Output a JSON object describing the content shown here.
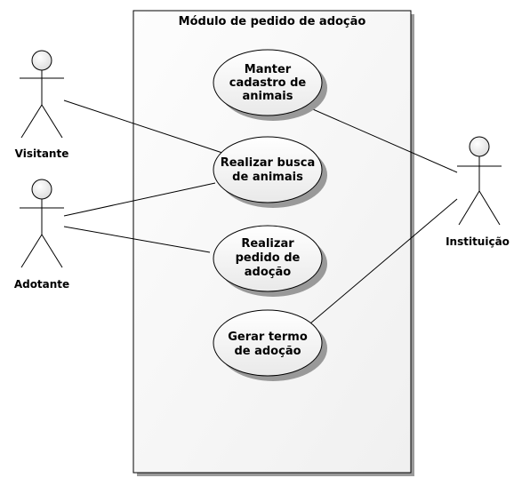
{
  "system": {
    "title": "Módulo de pedido de adoção"
  },
  "actors": {
    "visitante": {
      "label": "Visitante"
    },
    "adotante": {
      "label": "Adotante"
    },
    "instituicao": {
      "label": "Instituição"
    }
  },
  "use_cases": {
    "manter_cadastro": {
      "lines": [
        "Manter",
        "cadastro de",
        "animais"
      ]
    },
    "realizar_busca": {
      "lines": [
        "Realizar busca",
        "de animais"
      ]
    },
    "realizar_pedido": {
      "lines": [
        "Realizar",
        "pedido de",
        "adoção"
      ]
    },
    "gerar_termo": {
      "lines": [
        "Gerar termo",
        "de adoção"
      ]
    }
  }
}
